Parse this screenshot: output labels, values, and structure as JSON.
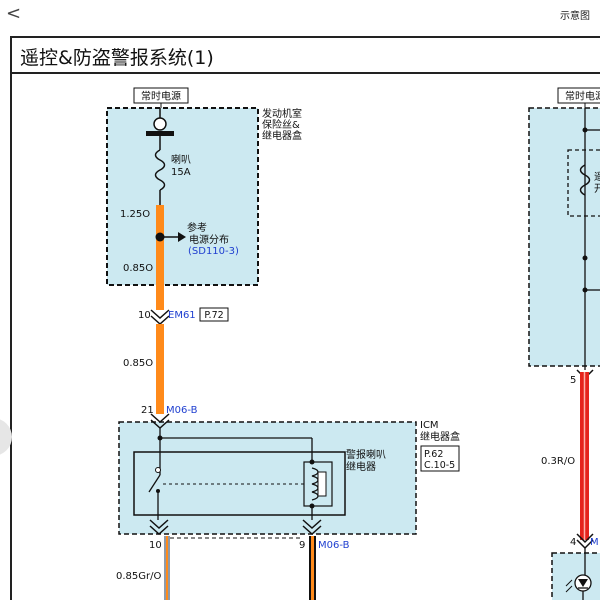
{
  "header": {
    "back_label": "<",
    "diagram_label": "示意图"
  },
  "title": "遥控&防盗警报系统(1)",
  "colors": {
    "box_fill": "#cce9f1",
    "wire_orange": "#ff8a1a",
    "wire_red": "#e5231c",
    "link_blue": "#1f3fd0"
  },
  "left_circuit": {
    "power_label": "常时电源",
    "fusebox_label": [
      "发动机室",
      "保险丝&",
      "继电器盒"
    ],
    "fuse_name": "喇叭",
    "fuse_rating": "15A",
    "wire_top": "1.25O",
    "ref_label": "参考",
    "ref_name": "电源分布",
    "ref_code": "(SD110-3)",
    "wire_mid": "0.85O",
    "connector1_pin": "10",
    "connector1_code": "EM61",
    "connector1_page": "P.72",
    "wire_low": "0.85O",
    "connector2_pin": "21",
    "connector2_code": "M06-B",
    "icm_label": "ICM",
    "icm_sub": "继电器盒",
    "icm_page1": "P.62",
    "icm_page2": "C.10-5",
    "relay_label": [
      "警报喇叭",
      "继电器"
    ],
    "out_pin_left": "10",
    "out_pin_right": "9",
    "out_code": "M06-B",
    "out_wire": "0.85Gr/O"
  },
  "right_circuit": {
    "power_label": "常时电源",
    "fuse_partial": [
      "遥",
      "开"
    ],
    "pin_top": "5",
    "wire": "0.3R/O",
    "pin_bottom": "4",
    "code_partial": "M"
  }
}
